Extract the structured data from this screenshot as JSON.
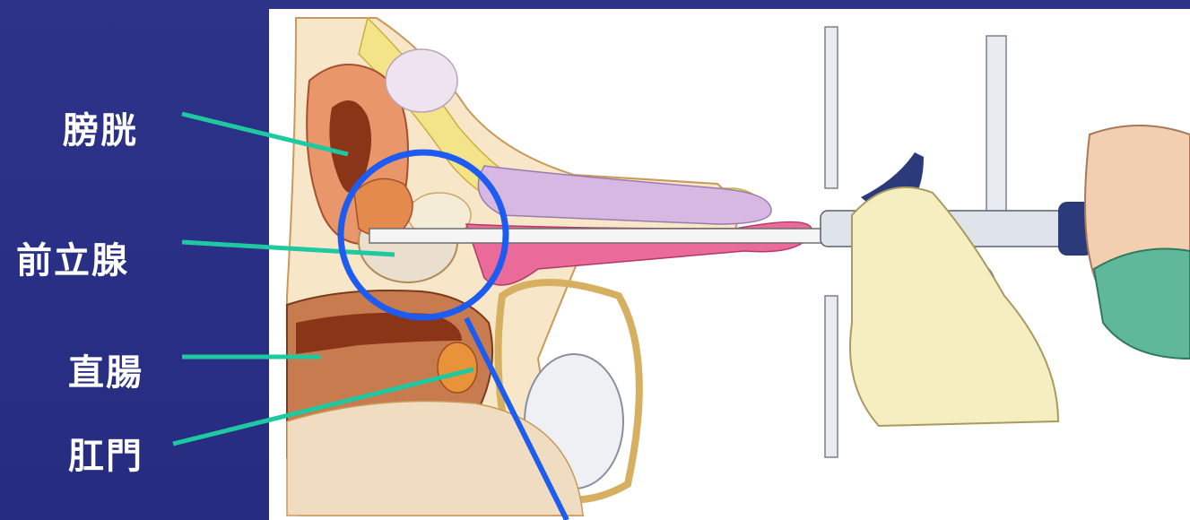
{
  "labels": {
    "bladder": "膀胱",
    "prostate": "前立腺",
    "rectum": "直腸",
    "anus": "肛門"
  },
  "colors": {
    "background": "#2a2f86",
    "leader_line": "#1ec8a0",
    "highlight_circle": "#1e5bf0",
    "label_text": "#ffffff"
  }
}
